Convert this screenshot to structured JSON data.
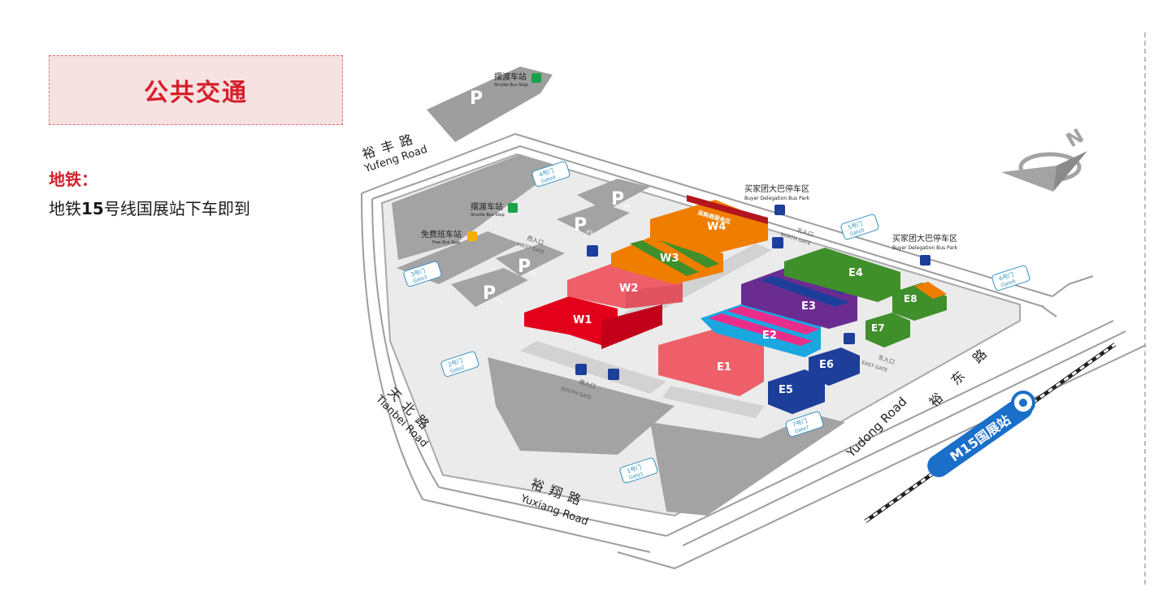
{
  "header": {
    "title": "公共交通"
  },
  "metro": {
    "label": "地铁：",
    "line_prefix": "地铁",
    "line_number": "15",
    "line_suffix": "号线国展站下车即到"
  },
  "roads": {
    "yufeng_cn": "裕丰路",
    "yufeng_en": "Yufeng Road",
    "tianbei_cn": "天北路",
    "tianbei_en": "Tianbei Road",
    "yuxiang_cn": "裕翔路",
    "yuxiang_en": "Yuxiang Road",
    "yudong_cn": "裕东路",
    "yudong_en": "Yudong Road"
  },
  "halls": {
    "w1": "W1",
    "w2": "W2",
    "w3": "W3",
    "w4": "W4",
    "e1": "E1",
    "e2": "E2",
    "e3": "E3",
    "e4": "E4",
    "e5": "E5",
    "e6": "E6",
    "e7": "E7",
    "e8": "E8",
    "banner": "采购商服务区"
  },
  "gates": {
    "g1_cn": "1号门",
    "g1_en": "Gate1",
    "g2_cn": "2号门",
    "g2_en": "Gate2",
    "g3_cn": "3号门",
    "g3_en": "Gate3",
    "g4_cn": "4号门",
    "g4_en": "Gate4",
    "g5_cn": "5号门",
    "g5_en": "Gate5",
    "g6_cn": "6号门",
    "g6_en": "Gate6",
    "g7_cn": "7号门",
    "g7_en": "Gate7",
    "west_cn": "西入口",
    "west_en": "WEST GATE",
    "north_cn": "北入口",
    "north_en": "NORTH GATE",
    "east_cn": "东入口",
    "east_en": "EAST GATE",
    "south_cn": "南入口",
    "south_en": "SOUTH GATE"
  },
  "stops": {
    "shuttle_cn": "摆渡车站",
    "shuttle_en": "Shuttle Bus Stop",
    "free_cn": "免费班车站",
    "free_en": "Free Bus Stop",
    "buyer_cn": "买家团大巴停车区",
    "buyer_en": "Buyer Delegation Bus Park"
  },
  "parking": {
    "symbol": "P",
    "p1": "P1",
    "p2": "P2",
    "p3": "P3",
    "p4": "P4"
  },
  "station": {
    "label": "M15国展站"
  },
  "compass": {
    "north": "N"
  },
  "colors": {
    "accent_red": "#d61f2a",
    "w1": "#e3001b",
    "w2": "#ee5f6a",
    "w3": "#ef7d00",
    "w4": "#ef7d00",
    "e1": "#ee5f6a",
    "e2_a": "#ea2d8a",
    "e2_b": "#1aa7e0",
    "e3": "#6a2c91",
    "e4": "#3f8f2a",
    "e5": "#1d3f9a",
    "e6": "#1d3f9a",
    "e7": "#ef7d00",
    "e8": "#ef7d00",
    "station": "#1a6fc9"
  }
}
